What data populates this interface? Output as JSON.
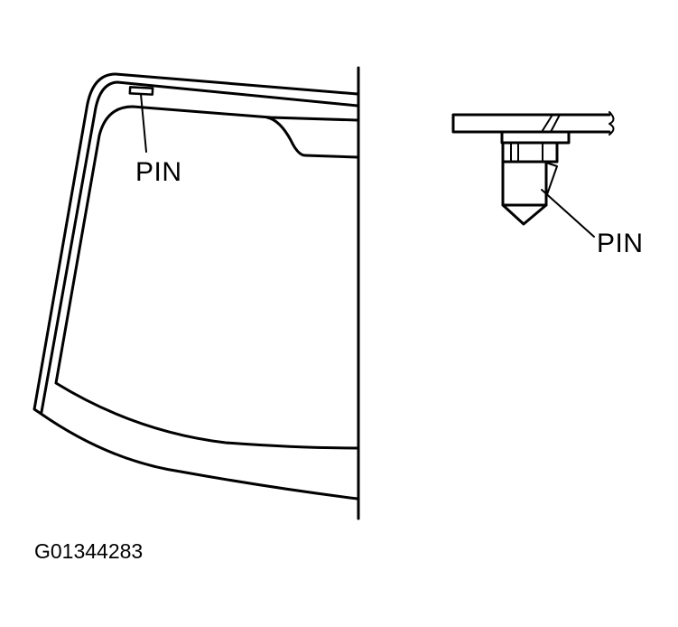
{
  "diagram": {
    "labels": {
      "windshield_pin": "PIN",
      "clip_pin": "PIN"
    },
    "figure_id": "G01344283",
    "colors": {
      "stroke": "#000000",
      "background": "#ffffff"
    }
  }
}
